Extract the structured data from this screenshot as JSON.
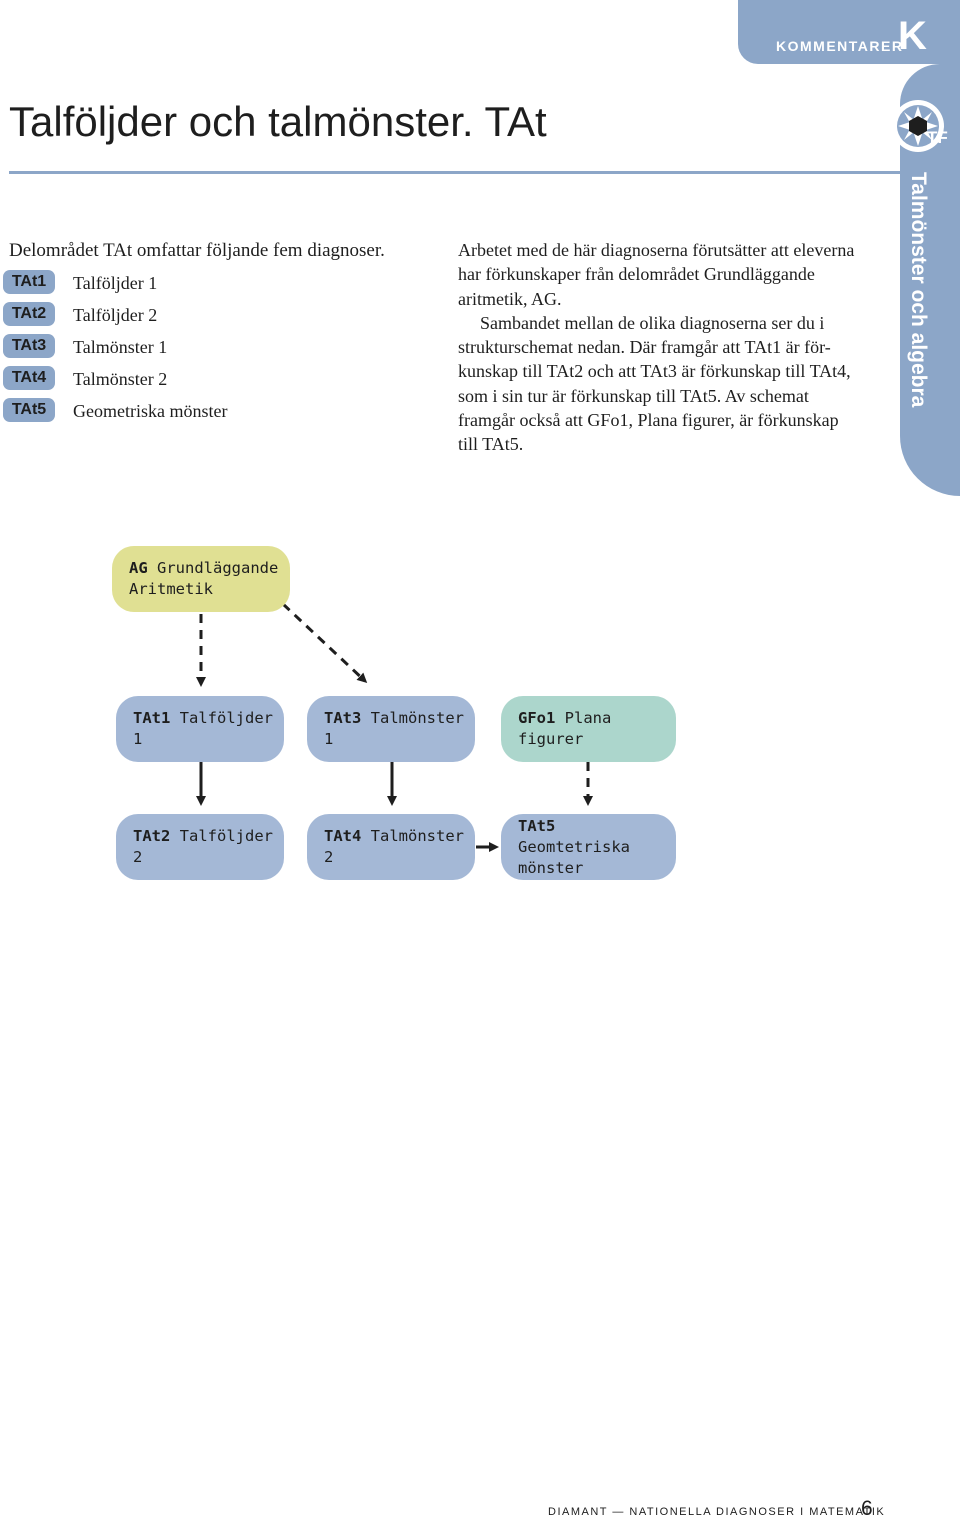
{
  "header": {
    "label": "KOMMENTARER",
    "letter": "K"
  },
  "side": {
    "logo_text": "TF",
    "title": "Talmönster och algebra"
  },
  "page_title": "Talföljder och talmönster. TAt",
  "intro": "Delområdet TAt omfattar följande fem diagnoser.",
  "diagnoses": [
    {
      "code": "TAt1",
      "label": "Talföljder 1"
    },
    {
      "code": "TAt2",
      "label": "Talföljder 2"
    },
    {
      "code": "TAt3",
      "label": "Talmönster 1"
    },
    {
      "code": "TAt4",
      "label": "Talmönster 2"
    },
    {
      "code": "TAt5",
      "label": "Geometriska mönster"
    }
  ],
  "body": {
    "lines_p1": [
      "Arbetet med de här diagnoserna förutsätter att eleverna",
      "har förkunskaper från delområdet Grundläggande",
      "aritmetik, AG."
    ],
    "lines_p2": [
      "Sambandet mellan de olika diagnoserna ser du i",
      "strukturschemat nedan. Där framgår att TAt1 är för-",
      "kunskap till TAt2 och att TAt3 är förkunskap till TAt4,",
      "som i sin tur är förkunskap till TAt5. Av schemat",
      "framgår också att GFo1, Plana figurer, är förkunskap",
      "till TAt5."
    ]
  },
  "schema": {
    "ag": {
      "code": "AG",
      "label_line1": "Grundläggande",
      "label_line2": "Aritmetik"
    },
    "tat1": {
      "code": "TAt1",
      "label": "Talföljder 1"
    },
    "tat3": {
      "code": "TAt3",
      "label": "Talmönster 1"
    },
    "gfo1": {
      "code": "GFo1",
      "label": "Plana figurer"
    },
    "tat2": {
      "code": "TAt2",
      "label": "Talföljder 2"
    },
    "tat4": {
      "code": "TAt4",
      "label": "Talmönster 2"
    },
    "tat5": {
      "code": "TAt5",
      "label_line1": "Geomtetriska",
      "label_line2": "mönster"
    }
  },
  "footer": {
    "text": "DIAMANT — NATIONELLA DIAGNOSER I MATEMATIK",
    "page": "6"
  },
  "colors": {
    "accent_blue": "#8ca6c8",
    "box_blue": "#a4b8d6",
    "box_yellow": "#e0e093",
    "box_teal": "#acd6cc"
  }
}
